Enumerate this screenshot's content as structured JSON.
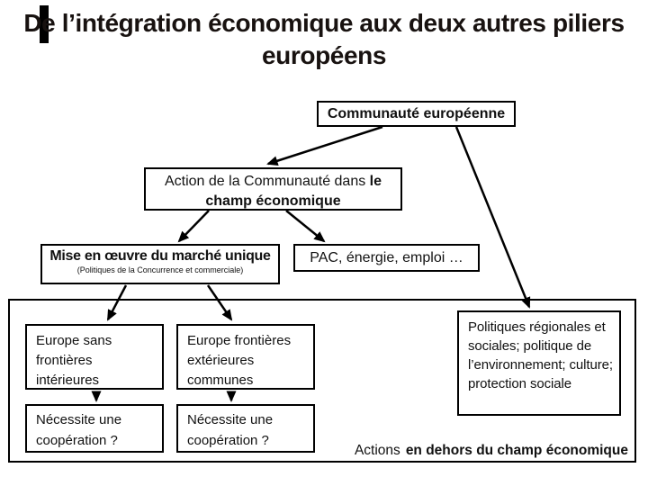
{
  "slide": {
    "title": "De l’intégration économique aux deux autres piliers européens"
  },
  "boxes": {
    "communaute": {
      "label": "Communauté européenne"
    },
    "action": {
      "text_regular": "Action de la Communauté dans ",
      "text_bold": "le champ économique"
    },
    "marche_unique": {
      "label": "Mise en œuvre du marché unique",
      "subtitle": "(Politiques de la Concurrence et commerciale)"
    },
    "pac": {
      "label": "PAC, énergie, emploi …"
    },
    "europe_sans_frontieres": {
      "label": "Europe sans frontières intérieures"
    },
    "europe_frontieres_exterieures": {
      "label": "Europe frontières extérieures communes"
    },
    "cooperation_left": {
      "label": "Nécessite une coopération ?"
    },
    "cooperation_right": {
      "label": "Nécessite une coopération ?"
    },
    "politiques_regionales": {
      "label": "Politiques régionales et sociales; politique de l’environnement; culture; protection sociale"
    }
  },
  "captions": {
    "actions_regular": "Actions",
    "actions_bold": "en dehors du champ économique"
  },
  "colors": {
    "background": "#ffffff",
    "text": "#111111",
    "title_text": "#181210",
    "line": "#000000",
    "border": "#000000",
    "accent_bar": "#000000"
  }
}
